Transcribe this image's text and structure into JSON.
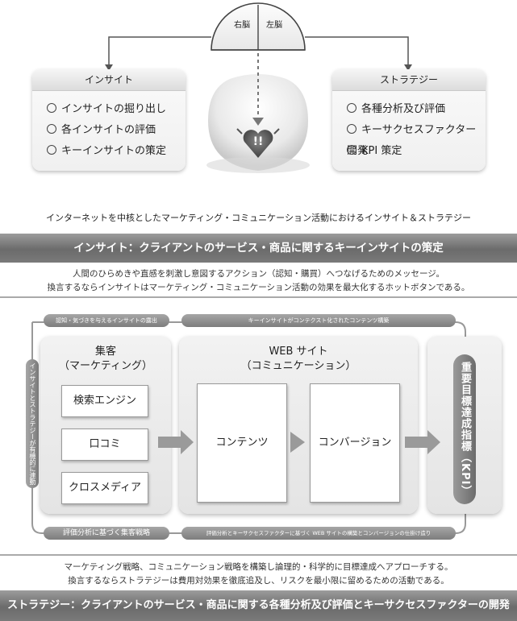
{
  "brain": {
    "right_label": "右脳",
    "left_label": "左脳",
    "heart_mark": "!!"
  },
  "insight_card": {
    "title": "インサイト",
    "items": [
      "インサイトの掘り出し",
      "各インサイトの評価",
      "キーインサイトの策定"
    ]
  },
  "strategy_card": {
    "title": "ストラテジー",
    "items": [
      "各種分析及び評価",
      "キーサクセスファクター開発",
      "KPI 策定"
    ]
  },
  "headline": "インターネットを中核としたマーケティング・コミュニケーション活動におけるインサイト＆ストラテジー",
  "insight_banner": "インサイト：クライアントのサービス・商品に関するキーインサイトの策定",
  "insight_desc": [
    "人間のひらめきや直感を刺激し意図するアクション（認知・購買）へつなげるためのメッセージ。",
    "換言するならインサイトはマーケティング・コミュニケーション活動の効果を最大化するホットボタンである。"
  ],
  "flow": {
    "top_left_bar": "認知・気づきを与えるインサイトの露出",
    "top_right_bar": "キーインサイトがコンテクスト化されたコンテンツ構築",
    "bottom_left_bar": "評価分析に基づく集客戦略",
    "bottom_right_bar": "評価分析とキーサクセスファクターに基づく WEB サイトの構築とコンバージョンの仕掛け造り",
    "left_vertical_bar": "インサイトとストラテジーが有機的に連動",
    "marketing": {
      "title": "集客",
      "subtitle": "（マーケティング）",
      "boxes": [
        "検索エンジン",
        "口コミ",
        "クロスメディア"
      ]
    },
    "website": {
      "title": "WEB サイト",
      "subtitle": "（コミュニケーション）",
      "boxes": [
        "コンテンツ",
        "コンバージョン"
      ]
    },
    "kpi": "重要目標達成指標（KPI）"
  },
  "strategy_desc": [
    "マーケティング戦略、コミュニケーション戦略を構築し論理的・科学的に目標達成へアプローチする。",
    "換言するならストラテジーは費用対効果を徹底追及し、リスクを最小限に留めるための活動である。"
  ],
  "strategy_banner": "ストラテジー：クライアントのサービス・商品に関する各種分析及び評価とキーサクセスファクターの開発"
}
